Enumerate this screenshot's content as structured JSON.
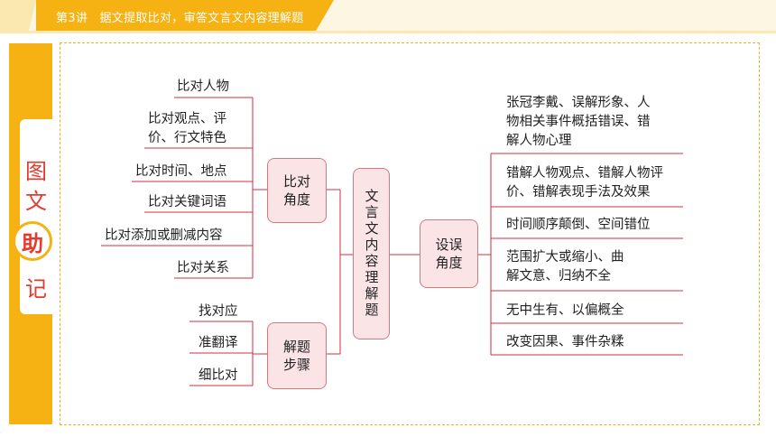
{
  "header": {
    "title": "第3讲　据文提取比对，审答文言文内容理解题"
  },
  "side": {
    "chars": [
      "图",
      "文",
      "助",
      "记"
    ]
  },
  "diagram": {
    "center": "文言文内容理解题",
    "compare_node": {
      "line1": "比对",
      "line2": "角度"
    },
    "steps_node": {
      "line1": "解题",
      "line2": "步骤"
    },
    "trap_node": {
      "line1": "设误",
      "line2": "角度"
    },
    "compare_items": [
      {
        "line1": "比对人物",
        "line2": ""
      },
      {
        "line1": "比对观点、评",
        "line2": "价、行文特色"
      },
      {
        "line1": "比对时间、地点",
        "line2": ""
      },
      {
        "line1": "比对关键词语",
        "line2": ""
      },
      {
        "line1": "比对添加或删减内容",
        "line2": ""
      },
      {
        "line1": "比对关系",
        "line2": ""
      }
    ],
    "step_items": [
      "找对应",
      "准翻译",
      "细比对"
    ],
    "trap_items": [
      {
        "lines": [
          "张冠李戴、误解形象、人",
          "物相关事件概括错误、错",
          "解人物心理"
        ]
      },
      {
        "lines": [
          "错解人物观点、错解人物评",
          "价、错解表现手法及效果"
        ]
      },
      {
        "lines": [
          "时间顺序颠倒、空间错位"
        ]
      },
      {
        "lines": [
          "范围扩大或缩小、曲",
          "解文意、归纳不全"
        ]
      },
      {
        "lines": [
          "无中生有、以偏概全"
        ]
      },
      {
        "lines": [
          "改变因果、事件杂糅"
        ]
      }
    ],
    "colors": {
      "box_fill": "#fbe4e6",
      "box_border": "#d9777f",
      "line": "#cf2f3c",
      "accent": "#f6b213",
      "side_text": "#e53a2e"
    }
  }
}
